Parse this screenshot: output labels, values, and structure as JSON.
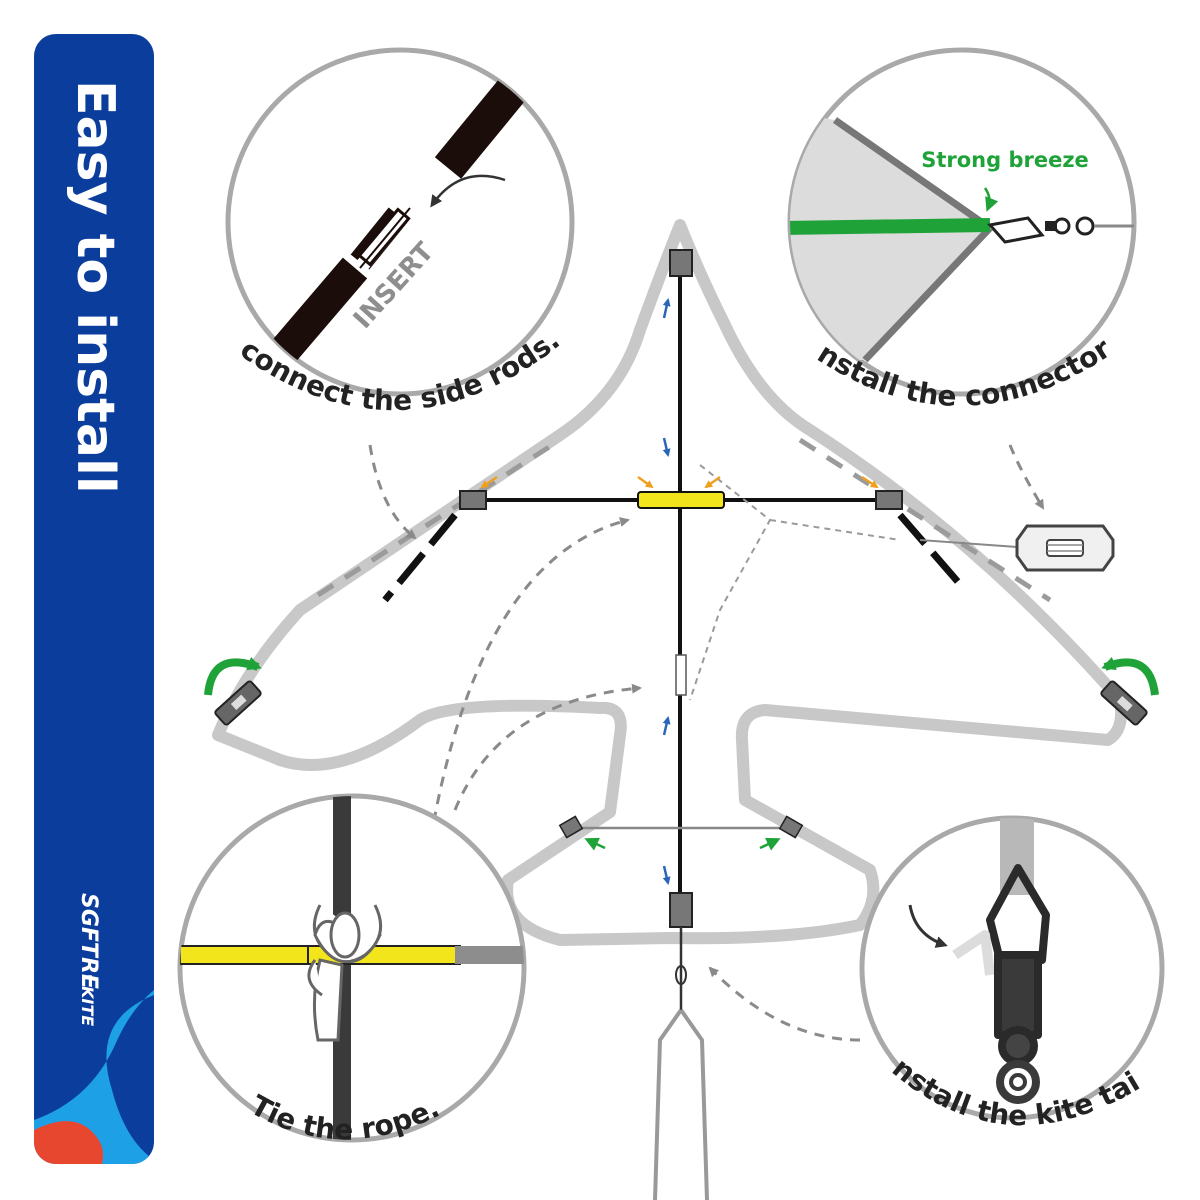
{
  "banner": {
    "title": "Easy to install",
    "brand_main": "SGFTRE",
    "brand_dot": "·",
    "brand_sub": "KITE"
  },
  "callouts": {
    "side_rods": "connect the side rods.",
    "insert": "INSERT",
    "connector": "Install the connector.",
    "strong_breeze": "Strong breeze",
    "tie_rope": "Tie the rope.",
    "kite_tail": "Install the kite tail."
  },
  "colors": {
    "banner_blue": "#0b3d9c",
    "accent_light_blue": "#1ea0e6",
    "accent_red": "#e8472f",
    "kite_gray": "#c8c8c8",
    "spar_black": "#111111",
    "highlight_yellow": "#f2e51c",
    "breeze_green": "#1fa339",
    "arrow_blue": "#2a66b8",
    "arrow_orange": "#f0a020",
    "ring_gray": "#a9a9a9"
  },
  "icons": {
    "rotate_left": "green-rotate-arrow-icon",
    "rotate_right": "green-rotate-arrow-icon",
    "dashed_pointer": "dashed-curved-arrow-icon",
    "line_winder": "kite-line-winder-icon",
    "clip": "snap-swivel-clip-icon"
  }
}
